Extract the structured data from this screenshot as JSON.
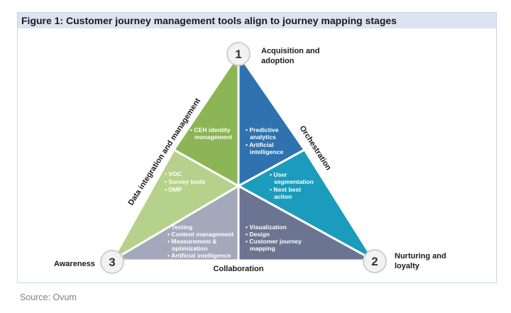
{
  "figure": {
    "title": "Figure 1: Customer journey management tools align to journey mapping stages",
    "source": "Source: Ovum"
  },
  "vertices": [
    {
      "number": "1",
      "label_lines": [
        "Acquisition and",
        "adoption"
      ]
    },
    {
      "number": "2",
      "label_lines": [
        "Nurturing and",
        "loyalty"
      ]
    },
    {
      "number": "3",
      "label_lines": [
        "Awareness"
      ]
    }
  ],
  "edges": {
    "left": "Data integration and management",
    "right": "Orchestration",
    "bottom": "Collaboration"
  },
  "segments": {
    "top_left": {
      "color": "#8cb556",
      "items": [
        "CEH identity",
        "management"
      ]
    },
    "top_right": {
      "color": "#2e72b0",
      "items": [
        "Predictive",
        "analytics",
        "Artificial",
        "intelligence"
      ]
    },
    "mid_left": {
      "color": "#b6d18b",
      "items": [
        "VOC",
        "Survey tools",
        "DMP"
      ]
    },
    "mid_right": {
      "color": "#1b9cbc",
      "items": [
        "User",
        "segmentation",
        "Next best",
        "action"
      ]
    },
    "bottom_left": {
      "color": "#a3a9bb",
      "items": [
        "Testing",
        "Content management",
        "Measurement &",
        "optimization",
        "Artificial intelligence"
      ]
    },
    "bottom_right": {
      "color": "#6b7491",
      "items": [
        "Visualization",
        "Design",
        "Customer journey",
        "mapping"
      ]
    }
  }
}
